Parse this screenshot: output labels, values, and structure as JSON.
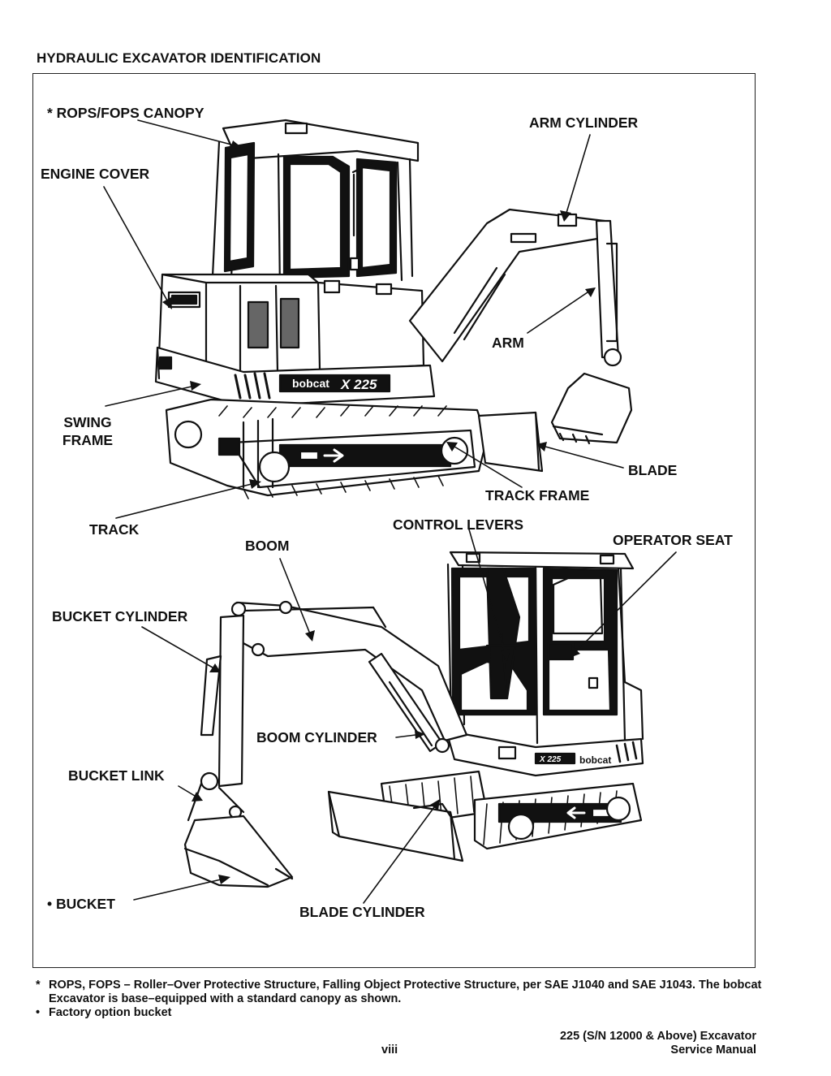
{
  "page": {
    "section_title": "HYDRAULIC EXCAVATOR IDENTIFICATION",
    "page_number": "viii",
    "footer_line1": "225 (S/N 12000 & Above) Excavator",
    "footer_line2": "Service Manual"
  },
  "callouts": {
    "rops_fops_canopy": "* ROPS/FOPS CANOPY",
    "arm_cylinder": "ARM CYLINDER",
    "engine_cover": "ENGINE COVER",
    "arm": "ARM",
    "swing_frame_line1": "SWING",
    "swing_frame_line2": "FRAME",
    "blade": "BLADE",
    "track_frame": "TRACK FRAME",
    "track": "TRACK",
    "control_levers": "CONTROL LEVERS",
    "boom": "BOOM",
    "operator_seat": "OPERATOR SEAT",
    "bucket_cylinder": "BUCKET CYLINDER",
    "boom_cylinder": "BOOM CYLINDER",
    "bucket_link": "BUCKET LINK",
    "bucket": "• BUCKET",
    "blade_cylinder": "BLADE CYLINDER"
  },
  "machine_decals": {
    "brand_top": "bobcat",
    "model_top": "X 225",
    "brand_bottom": "bobcat",
    "model_bottom": "X 225"
  },
  "footnotes": [
    {
      "mark": "*",
      "text": "ROPS, FOPS – Roller–Over Protective Structure, Falling Object Protective Structure, per SAE J1040 and SAE J1043. The bobcat Excavator is base–equipped with a standard canopy as shown."
    },
    {
      "mark": "•",
      "text": "Factory option bucket"
    }
  ]
}
